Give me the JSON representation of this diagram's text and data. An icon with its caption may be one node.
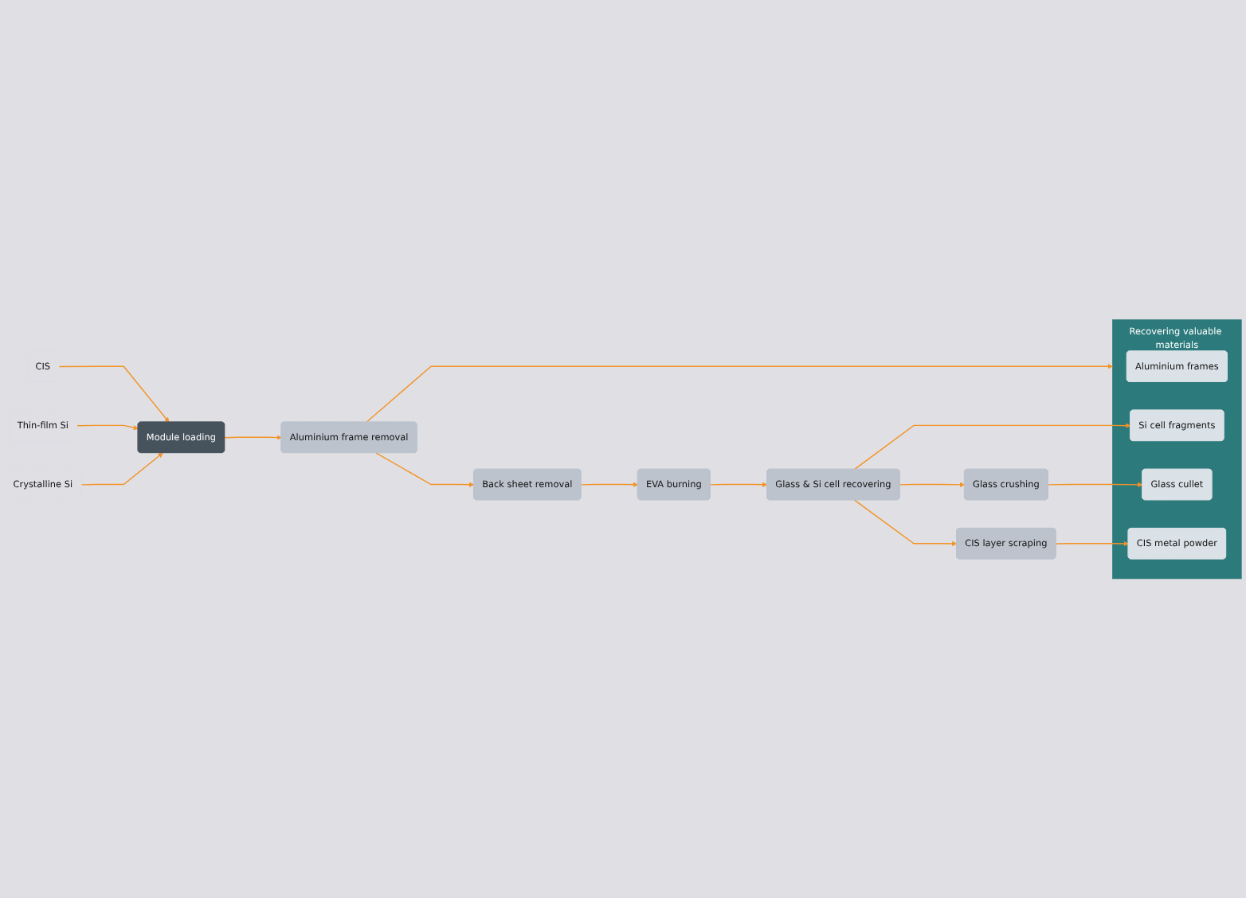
{
  "diagram": {
    "nodes": [
      {
        "text": [
          "Aluminium frame removal"
        ]
      },
      {
        "text": [
          "Back sheet removal"
        ]
      },
      {
        "text": [
          "EVA burning"
        ]
      },
      {
        "text": [
          "Glass & Si cell recovering"
        ]
      },
      {
        "text": [
          "Module loading"
        ]
      },
      {
        "text": [
          "Glass crushing"
        ]
      },
      {
        "text": [
          "CIS layer scraping"
        ]
      },
      {
        "text": [
          "Recovering valuable materials"
        ]
      },
      {
        "text": [
          "Aluminium frames"
        ],
        "in": 7
      },
      {
        "text": [
          "Si cell fragments"
        ],
        "in": 7
      },
      {
        "text": [
          "Glass cullet"
        ],
        "in": 7
      },
      {
        "text": [
          "CIS metal powder"
        ],
        "in": 7
      },
      {
        "text": [
          "CIS"
        ]
      },
      {
        "text": [
          "Thin-film Si"
        ]
      },
      {
        "text": [
          "Crystalline Si"
        ]
      }
    ],
    "edges": [
      {
        "from": 0,
        "to": 1,
        "arrow": "to"
      },
      {
        "from": 1,
        "to": 2,
        "arrow": "to"
      },
      {
        "from": 2,
        "to": 3,
        "arrow": "to"
      },
      {
        "from": 4,
        "to": 0,
        "arrow": "to"
      },
      {
        "from": 0,
        "to": 7,
        "arrow": "to"
      },
      {
        "from": 3,
        "to": 5,
        "arrow": "to"
      },
      {
        "from": 3,
        "to": 6,
        "arrow": "to"
      },
      {
        "from": 3,
        "to": 9,
        "arrow": "to"
      },
      {
        "from": 5,
        "to": 10,
        "arrow": "to"
      },
      {
        "from": 6,
        "to": 11,
        "arrow": "to"
      },
      {
        "from": 12,
        "to": 4,
        "arrow": "to"
      },
      {
        "from": 13,
        "to": 4,
        "arrow": "to"
      },
      {
        "from": 14,
        "to": 4,
        "arrow": "to"
      }
    ]
  }
}
